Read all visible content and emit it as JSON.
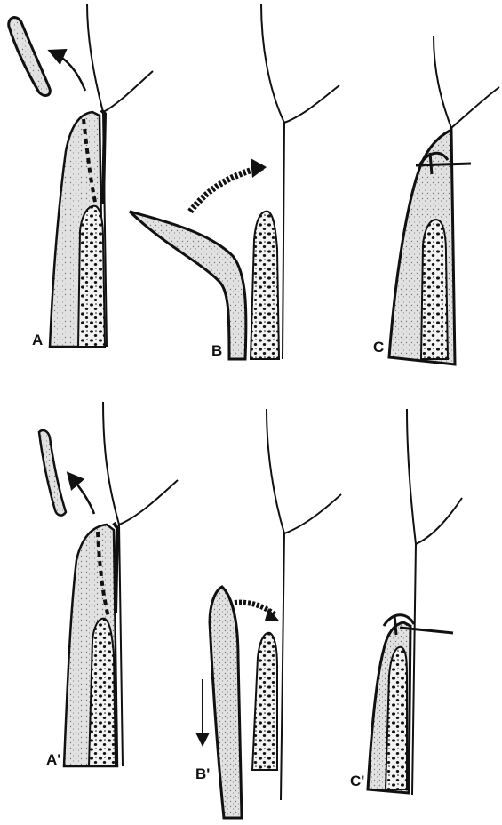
{
  "figure": {
    "panels": [
      {
        "id": "A",
        "label": "A"
      },
      {
        "id": "B",
        "label": "B"
      },
      {
        "id": "C",
        "label": "C"
      },
      {
        "id": "A2",
        "label": "A'"
      },
      {
        "id": "B2",
        "label": "B'"
      },
      {
        "id": "C2",
        "label": "C'"
      }
    ],
    "colors": {
      "ink": "#111111",
      "gingiva_fill": "#d9d9d9",
      "bone_fill": "#ececec",
      "background": "#ffffff"
    }
  }
}
